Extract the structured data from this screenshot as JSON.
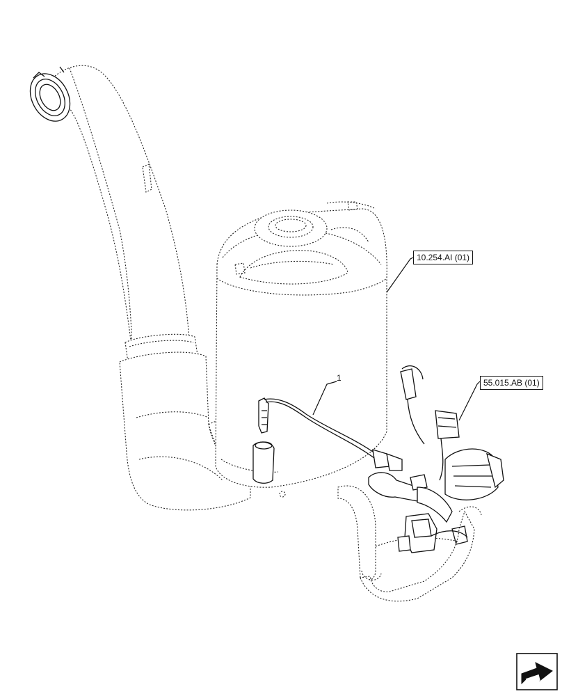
{
  "callouts": {
    "item_1": "1"
  },
  "references": {
    "ref_10_254": "10.254.AI (01)",
    "ref_55_015": "55.015.AB (01)"
  },
  "icons": {
    "nav_arrow": "arrow-bookmark-icon"
  }
}
